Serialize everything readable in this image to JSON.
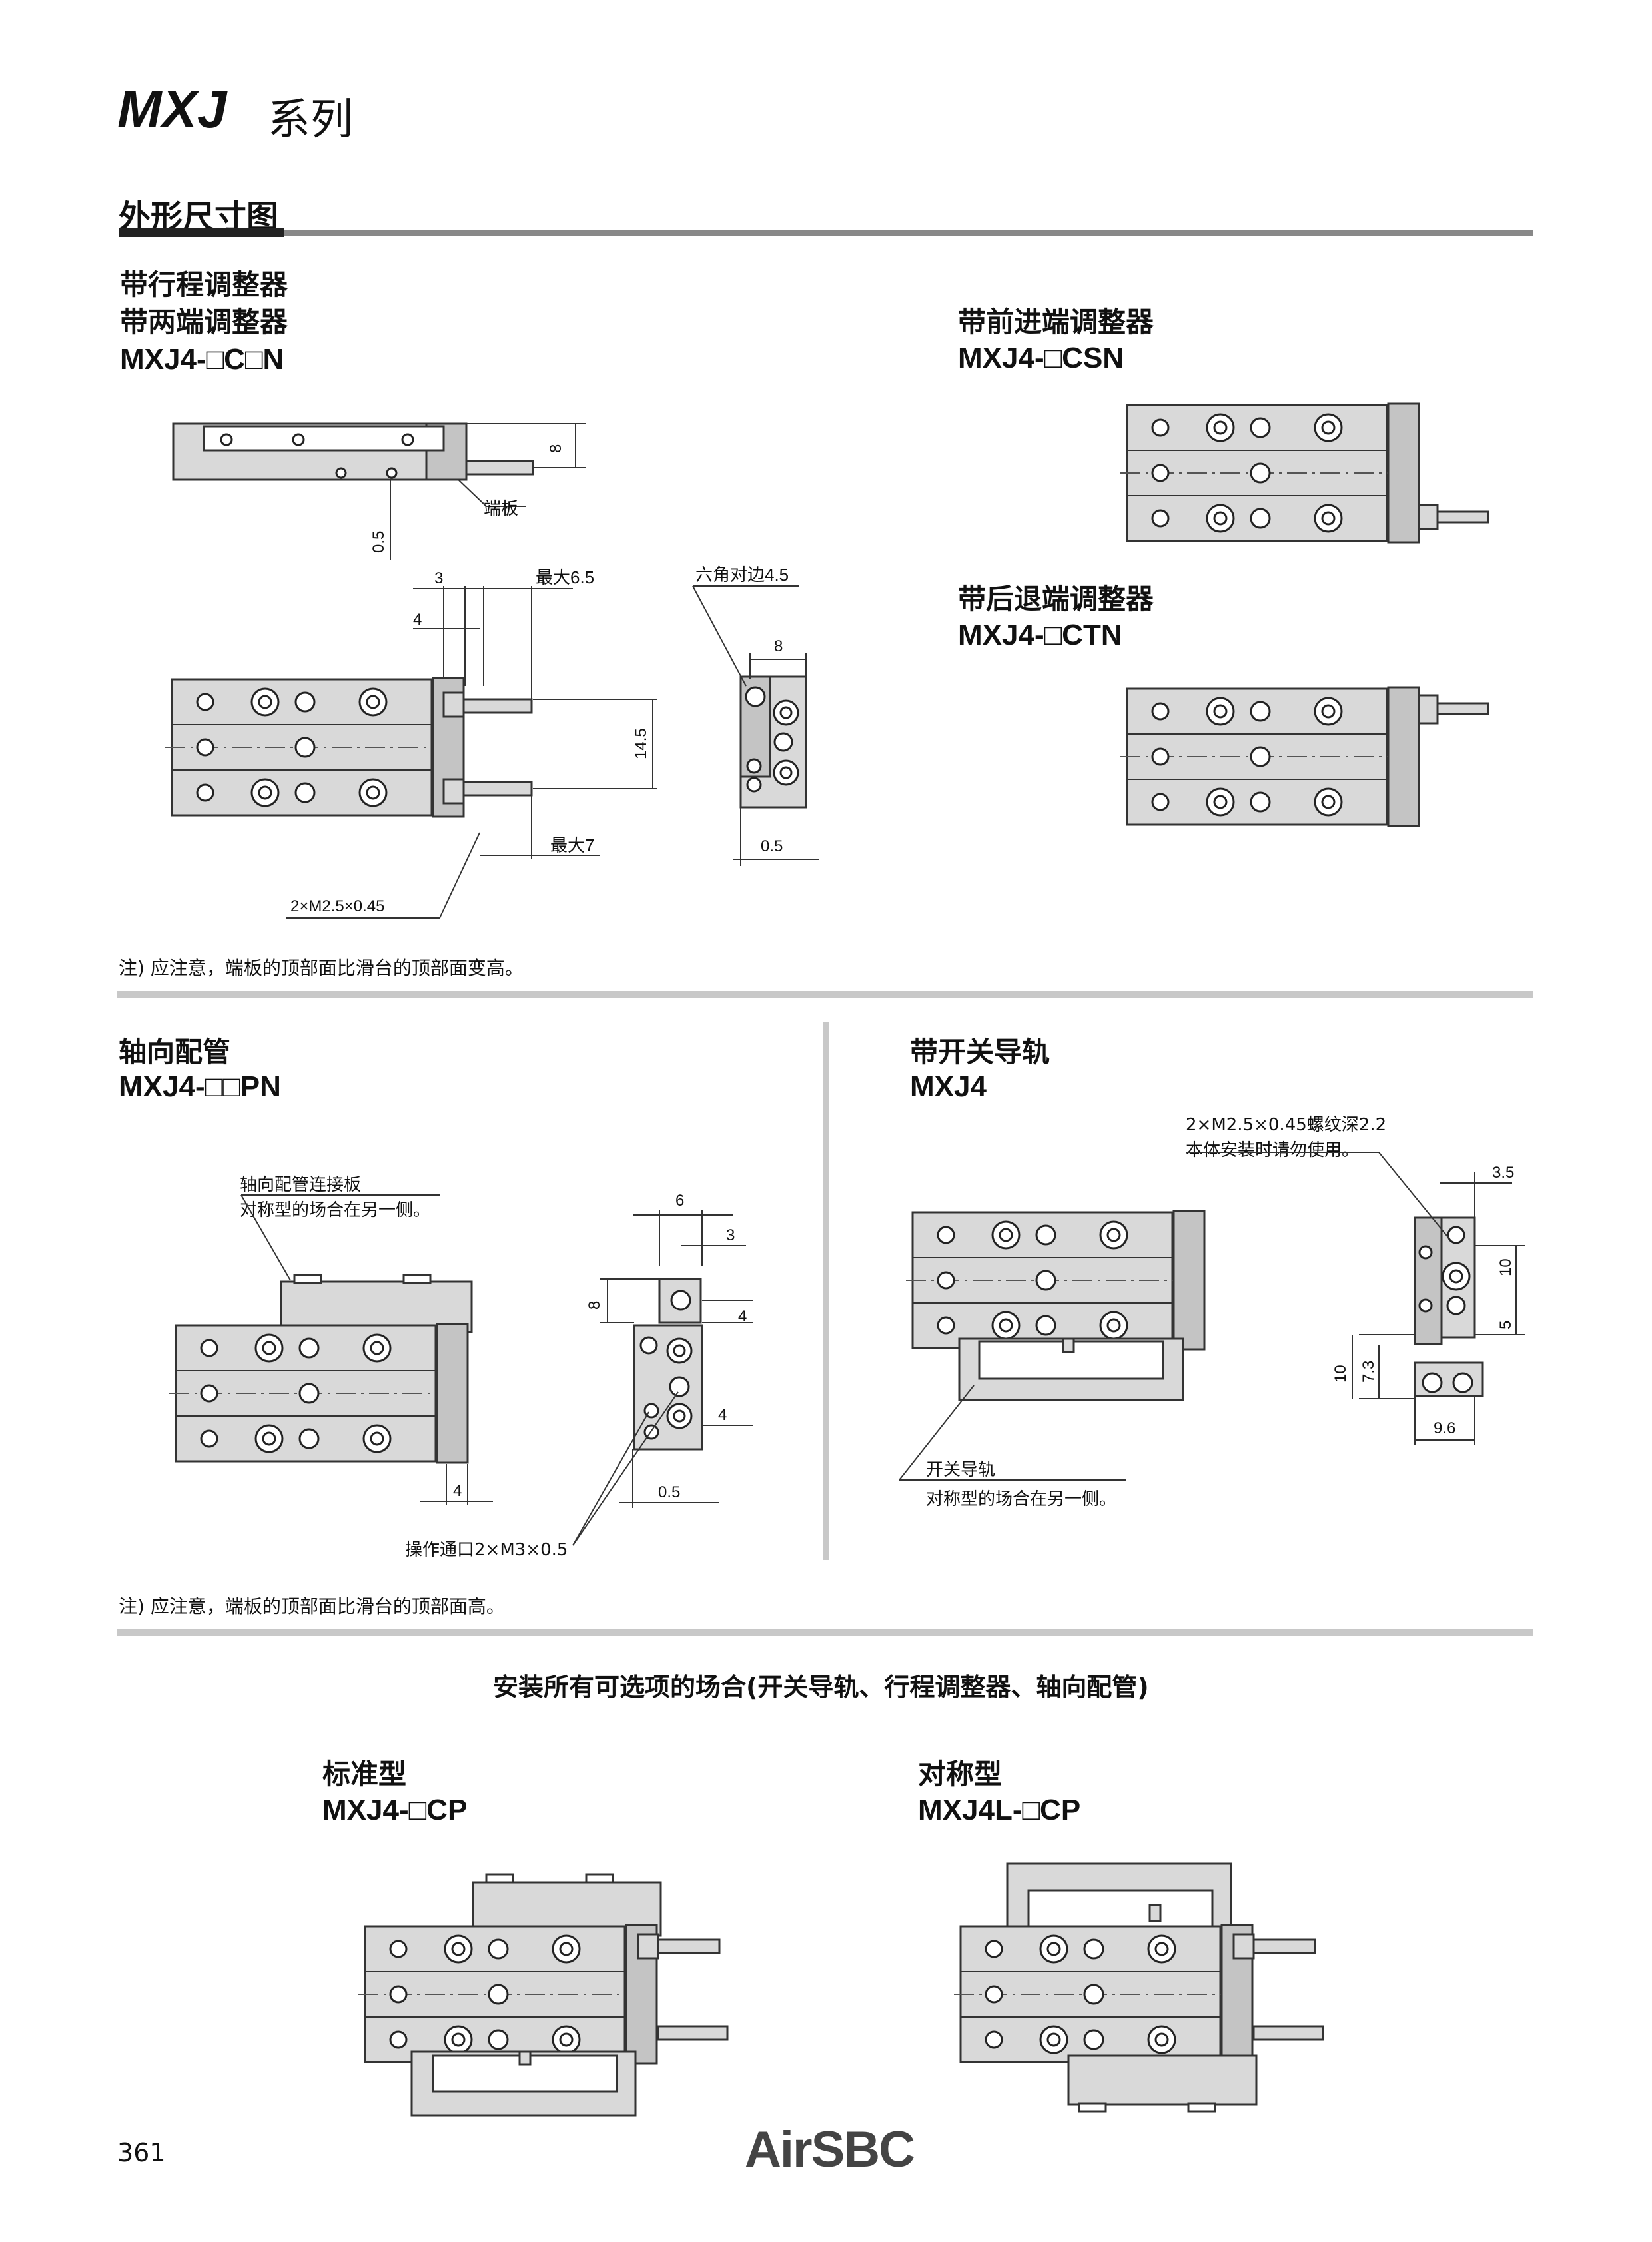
{
  "header": {
    "series": "MXJ",
    "series_suffix": "系列",
    "section_title": "外形尺寸图"
  },
  "sec1": {
    "title1": "带行程调整器",
    "title2": "带两端调整器",
    "model": "MXJ4-□C□N",
    "label_endplate": "端板",
    "dims": {
      "d8": "8",
      "d05": "0.5",
      "d05b": "0.5",
      "d3": "3",
      "d4": "4",
      "max65": "最大6.5",
      "hex": "六角对边4.5",
      "d8b": "8",
      "d145": "14.5",
      "max7": "最大7",
      "thread": "2×M2.5×0.45",
      "note_mark": "注)"
    },
    "note": "注) 应注意，端板的顶部面比滑台的顶部面变高。"
  },
  "sec_front": {
    "title": "带前进端调整器",
    "model": "MXJ4-□CSN"
  },
  "sec_back": {
    "title": "带后退端调整器",
    "model": "MXJ4-□CTN"
  },
  "sec2": {
    "title": "轴向配管",
    "model": "MXJ4-□□PN",
    "plate_label1": "轴向配管连接板",
    "plate_label2": "对称型的场合在另一侧。",
    "dims": {
      "d6": "6",
      "d3": "3",
      "d8": "8",
      "d4a": "4",
      "d4b": "4",
      "d4c": "4",
      "d05": "0.5",
      "port": "操作通口2×M3×0.5",
      "note_mark": "注)"
    },
    "note": "注) 应注意，端板的顶部面比滑台的顶部面高。"
  },
  "sec3": {
    "title": "带开关导轨",
    "model": "MXJ4",
    "thread1": "2×M2.5×0.45螺纹深2.2",
    "thread2": "本体安装时请勿使用。",
    "rail1": "开关导轨",
    "rail2": "对称型的场合在另一侧。",
    "dims": {
      "d35": "3.5",
      "d10a": "10",
      "d5": "5",
      "d10b": "10",
      "d73": "7.3",
      "d96": "9.6"
    }
  },
  "sec4": {
    "heading": "安装所有可选项的场合(开关导轨、行程调整器、轴向配管)",
    "std_title": "标准型",
    "std_model": "MXJ4-□CP",
    "sym_title": "对称型",
    "sym_model": "MXJ4L-□CP"
  },
  "footer": {
    "page": "361",
    "logo": "AirSBC"
  }
}
